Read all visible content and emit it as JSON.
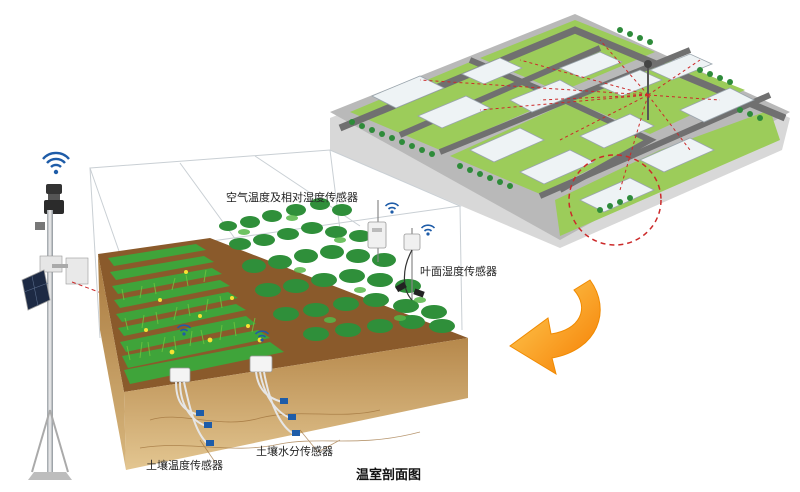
{
  "labels": {
    "air_sensor": "空气温度及相对湿度传感器",
    "leaf_sensor": "叶面湿度传感器",
    "soil_temp_sensor": "土壤温度传感器",
    "soil_moisture_sensor": "土壤水分传感器",
    "caption": "温室剖面图"
  },
  "icons": {
    "wifi": "wifi-icon",
    "arrow": "curved-arrow-icon",
    "solar_panel": "solar-panel-icon",
    "weather_station": "weather-station-icon"
  },
  "colors": {
    "soil_top": "#8a5a2b",
    "soil_side": "#c9a36b",
    "crop_green": "#3fa43a",
    "leaf_green": "#2f8f3a",
    "road": "#6b6b6b",
    "grass": "#8cc84b",
    "arrow_start": "#f7b733",
    "arrow_end": "#f57c00",
    "signal_blue": "#1e5ca8",
    "dashed_red": "#cc2a2a"
  }
}
